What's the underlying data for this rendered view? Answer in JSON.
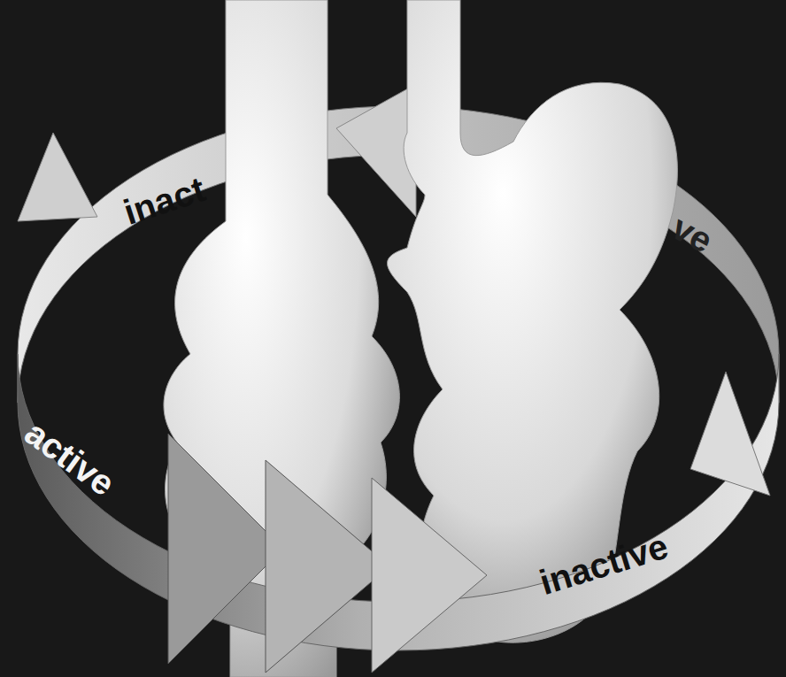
{
  "diagram": {
    "labels": [
      "inact",
      "ve",
      "active",
      "inactive"
    ]
  }
}
